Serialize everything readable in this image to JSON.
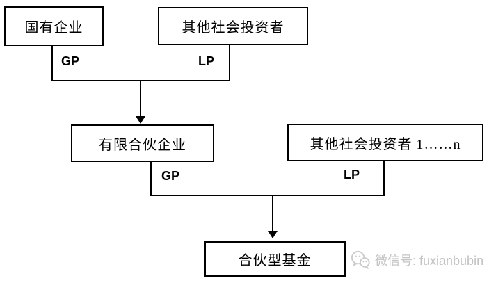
{
  "canvas": {
    "background": "#ffffff",
    "line_color": "#000000"
  },
  "diagram": {
    "level1": {
      "box_state_owned": "国有企业",
      "box_other_investors": "其他社会投资者",
      "gp_label": "GP",
      "lp_label": "LP"
    },
    "level2": {
      "box_limited_partnership": "有限合伙企业",
      "box_other_investors_n": "其他社会投资者 1……n",
      "gp_label": "GP",
      "lp_label": "LP"
    },
    "level3": {
      "box_partnership_fund": "合伙型基金"
    }
  },
  "watermark": {
    "icon": "wechat-icon",
    "text": "微信号: fuxianbubin",
    "color": "#c3c3c3"
  }
}
